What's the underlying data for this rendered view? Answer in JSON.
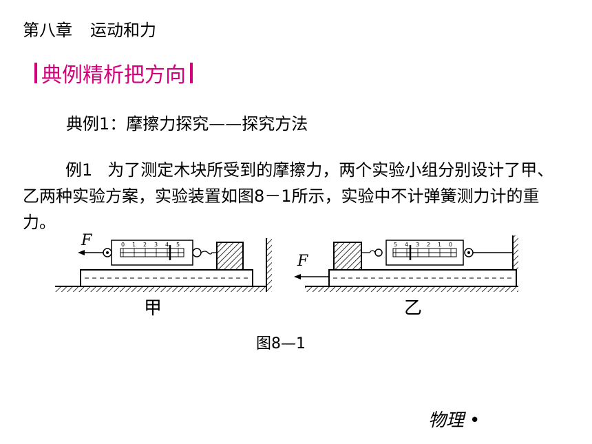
{
  "header": {
    "chapter_num": "第八章",
    "chapter_title": "运动和力"
  },
  "section": {
    "title": "典例精析把方向"
  },
  "example": {
    "subheading": "典例1：摩擦力探究——探究方法",
    "number": "例1",
    "text": "为了测定木块所受到的摩擦力，两个实验小组分别设计了甲、乙两种实验方案，实验装置如图8－1所示，实验中不计弹簧测力计的重力。"
  },
  "figure": {
    "left_label": "甲",
    "right_label": "乙",
    "force_label": "F",
    "caption": "图8—1",
    "scale_ticks_left": [
      "0",
      "1",
      "2",
      "3",
      "4",
      "5"
    ],
    "scale_ticks_right": [
      "5",
      "4",
      "3",
      "2",
      "1",
      "0"
    ]
  },
  "footer": {
    "subject": "物理",
    "dot": "•"
  }
}
